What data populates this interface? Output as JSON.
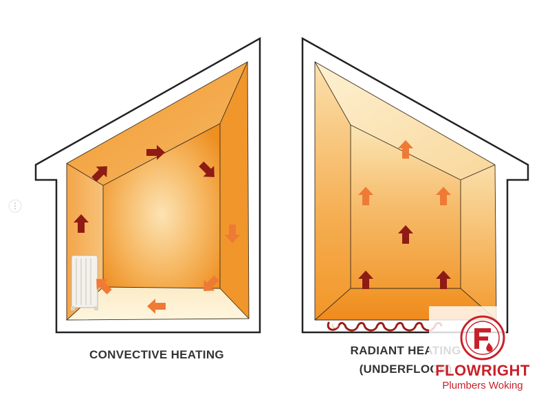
{
  "left_panel": {
    "caption": "CONVECTIVE HEATING"
  },
  "right_panel": {
    "caption_line1": "RADIANT HEATING",
    "caption_line2": "(UNDERFLOOR)"
  },
  "logo": {
    "name": "FLOWRIGHT",
    "tagline": "Plumbers Woking"
  },
  "colors": {
    "heat_orange": "#F39A2E",
    "arrow_dark": "#8E1B14",
    "arrow_light": "#EE7A36",
    "brand_red": "#C8202A",
    "wall_outline": "#222222"
  }
}
